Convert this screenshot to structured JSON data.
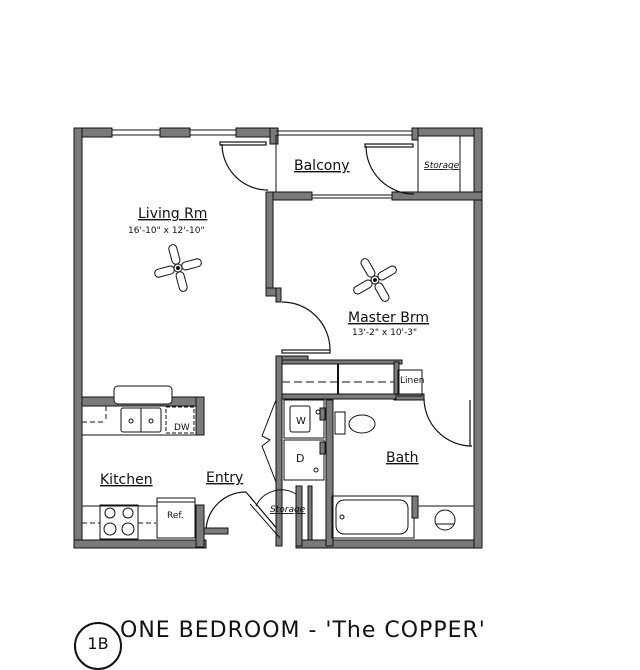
{
  "plan": {
    "wall_color": "#7a7a7a",
    "line_color": "#111111",
    "rooms": {
      "living": {
        "name": "Living Rm",
        "dims": "16'-10\" x 12'-10\""
      },
      "master": {
        "name": "Master Brm",
        "dims": "13'-2\" x 10'-3\""
      },
      "balcony": {
        "name": "Balcony"
      },
      "storage_top": {
        "name": "Storage"
      },
      "storage_entry": {
        "name": "Storage"
      },
      "kitchen": {
        "name": "Kitchen"
      },
      "entry": {
        "name": "Entry"
      },
      "bath": {
        "name": "Bath"
      },
      "linen": {
        "name": "Linen"
      }
    },
    "fixtures": {
      "washer": "W",
      "dryer": "D",
      "dishwasher": "DW",
      "refrigerator": "Ref."
    }
  },
  "footer": {
    "badge": "1B",
    "title": "ONE BEDROOM - 'The COPPER'"
  }
}
